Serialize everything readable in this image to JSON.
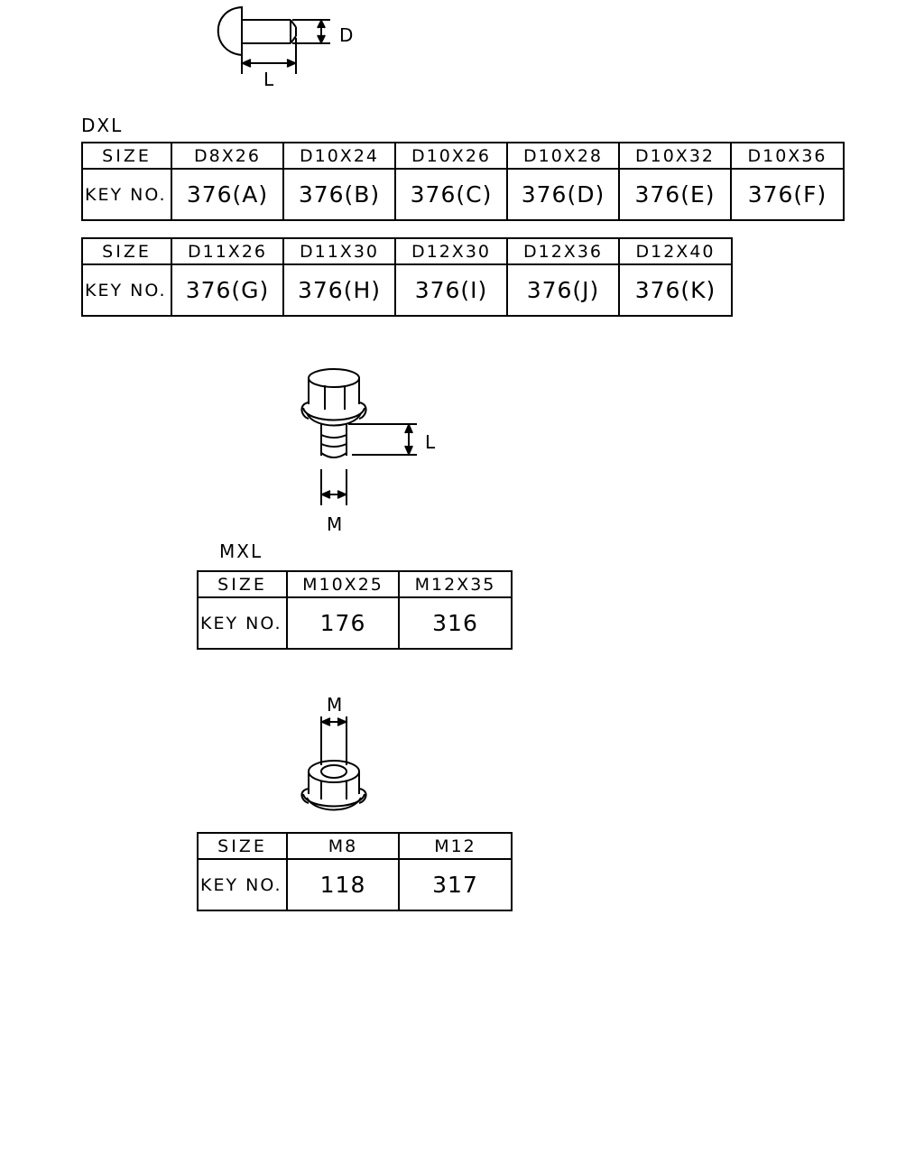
{
  "sections": {
    "pin": {
      "dim_d": "D",
      "dim_l": "L",
      "caption": "DXL",
      "tables": [
        {
          "header": [
            "SIZE",
            "D8X26",
            "D10X24",
            "D10X26",
            "D10X28",
            "D10X32",
            "D10X36"
          ],
          "keys": [
            "KEY NO.",
            "376(A)",
            "376(B)",
            "376(C)",
            "376(D)",
            "376(E)",
            "376(F)"
          ]
        },
        {
          "header": [
            "SIZE",
            "D11X26",
            "D11X30",
            "D12X30",
            "D12X36",
            "D12X40"
          ],
          "keys": [
            "KEY NO.",
            "376(G)",
            "376(H)",
            "376(I)",
            "376(J)",
            "376(K)"
          ]
        }
      ]
    },
    "bolt": {
      "dim_l": "L",
      "dim_m": "M",
      "caption": "MXL",
      "table": {
        "header": [
          "SIZE",
          "M10X25",
          "M12X35"
        ],
        "keys": [
          "KEY NO.",
          "176",
          "316"
        ]
      }
    },
    "nut": {
      "dim_m": "M",
      "table": {
        "header": [
          "SIZE",
          "M8",
          "M12"
        ],
        "keys": [
          "KEY NO.",
          "118",
          "317"
        ]
      }
    }
  }
}
